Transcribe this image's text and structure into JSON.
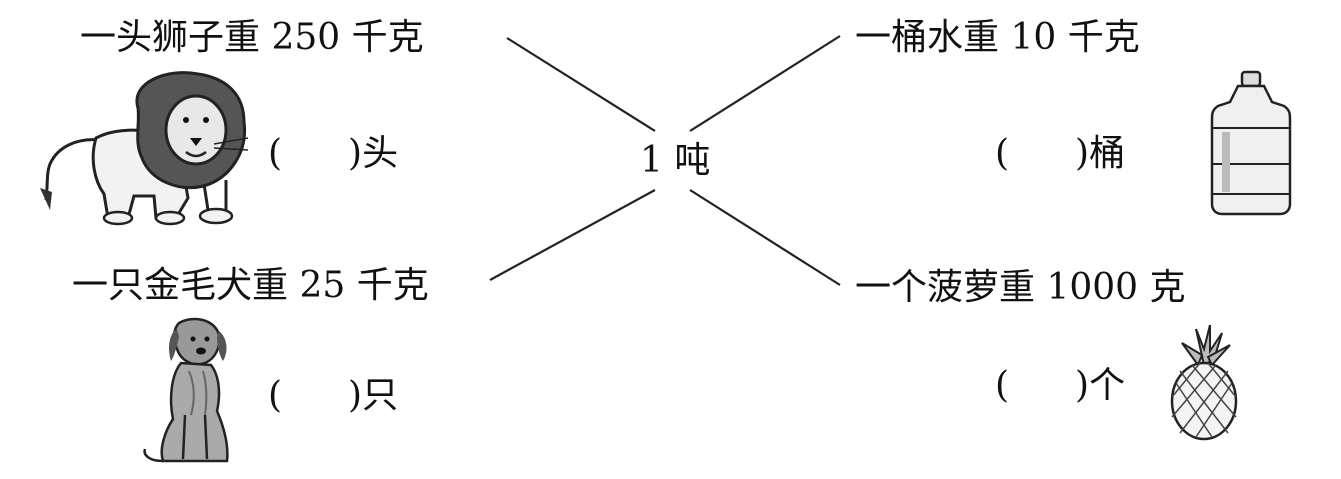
{
  "center": {
    "label": "1 吨"
  },
  "items": [
    {
      "id": "lion",
      "fact": "一头狮子重 250 千克",
      "unit": "头",
      "picture": "lion-icon"
    },
    {
      "id": "water",
      "fact": "一桶水重 10 千克",
      "unit": "桶",
      "picture": "water-bottle-icon"
    },
    {
      "id": "dog",
      "fact": "一只金毛犬重 25 千克",
      "unit": "只",
      "picture": "golden-retriever-icon"
    },
    {
      "id": "pineapple",
      "fact": "一个菠萝重 1000 克",
      "unit": "个",
      "picture": "pineapple-icon"
    }
  ],
  "answer_blanks": {
    "open": "(",
    "close": ")"
  }
}
